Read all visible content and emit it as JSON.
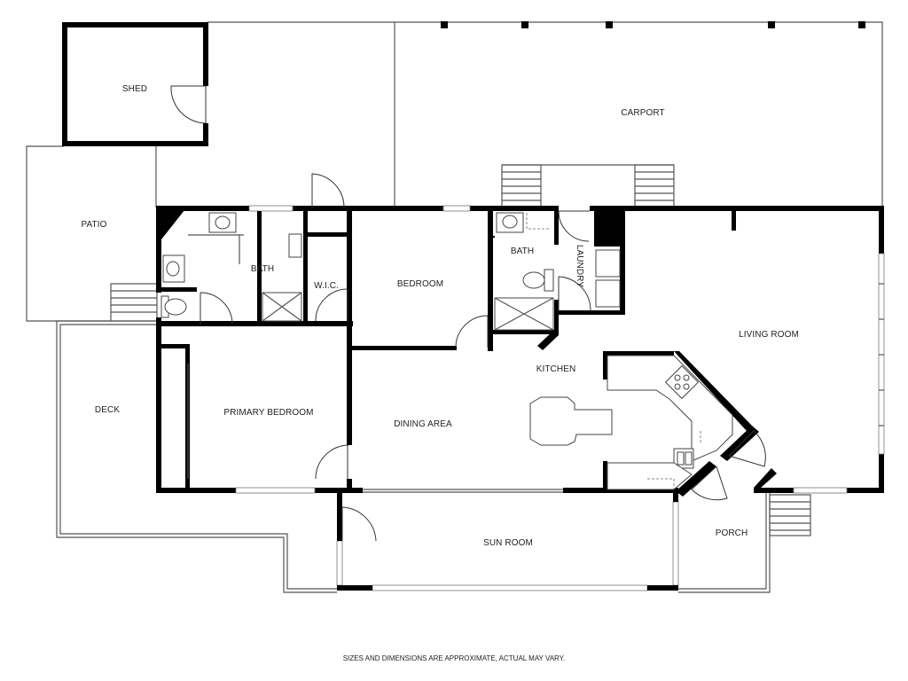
{
  "rooms": {
    "shed": "SHED",
    "carport": "CARPORT",
    "patio": "PATIO",
    "bath1": "BATH",
    "wic": "W.I.C.",
    "bedroom": "BEDROOM",
    "bath2": "BATH",
    "laundry": "LAUNDRY",
    "living_room": "LIVING ROOM",
    "kitchen": "KITCHEN",
    "deck": "DECK",
    "primary_bedroom": "PRIMARY BEDROOM",
    "dining_area": "DINING AREA",
    "sun_room": "SUN ROOM",
    "porch": "PORCH"
  },
  "disclaimer": "SIZES AND DIMENSIONS ARE APPROXIMATE, ACTUAL MAY VARY."
}
